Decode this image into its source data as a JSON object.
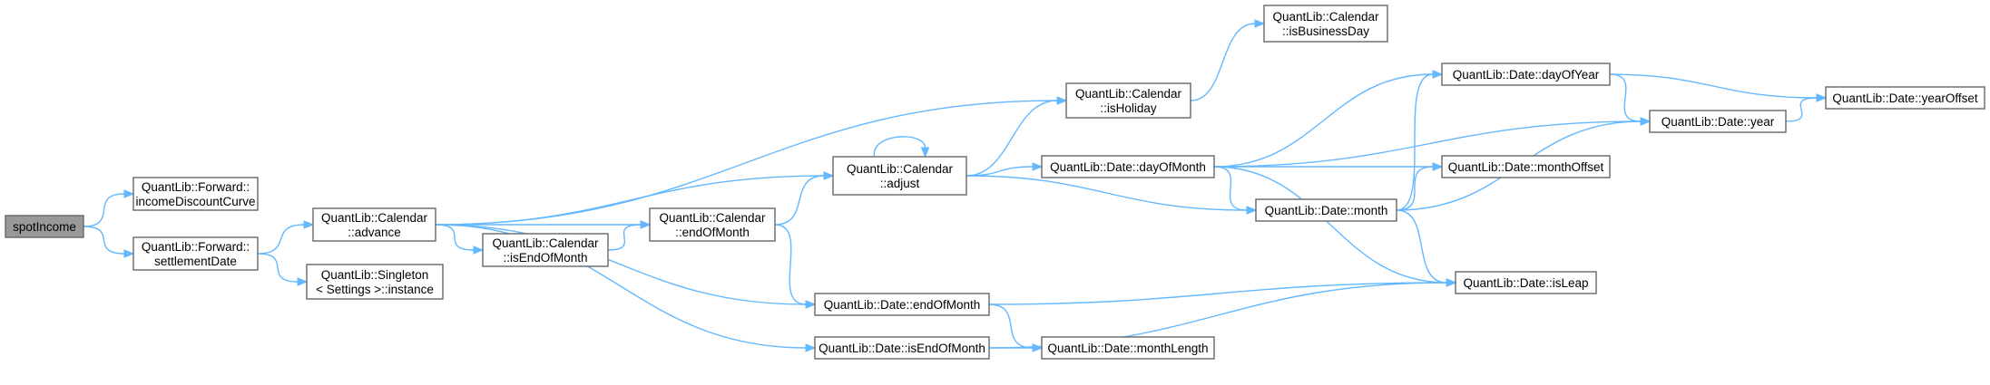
{
  "graph": {
    "nodes": {
      "spotIncome": [
        "spotIncome"
      ],
      "fwdIncomeDiscountCurve": [
        "QuantLib::Forward::",
        "incomeDiscountCurve"
      ],
      "fwdSettlementDate": [
        "QuantLib::Forward::",
        "settlementDate"
      ],
      "calAdvance": [
        "QuantLib::Calendar",
        "::advance"
      ],
      "singletonInstance": [
        "QuantLib::Singleton",
        "< Settings >::instance"
      ],
      "calIsEndOfMonth": [
        "QuantLib::Calendar",
        "::isEndOfMonth"
      ],
      "calEndOfMonth": [
        "QuantLib::Calendar",
        "::endOfMonth"
      ],
      "calAdjust": [
        "QuantLib::Calendar",
        "::adjust"
      ],
      "calIsHoliday": [
        "QuantLib::Calendar",
        "::isHoliday"
      ],
      "calIsBusinessDay": [
        "QuantLib::Calendar",
        "::isBusinessDay"
      ],
      "dateEndOfMonth": [
        "QuantLib::Date::endOfMonth"
      ],
      "dateIsEndOfMonth": [
        "QuantLib::Date::isEndOfMonth"
      ],
      "dateDayOfMonth": [
        "QuantLib::Date::dayOfMonth"
      ],
      "dateMonth": [
        "QuantLib::Date::month"
      ],
      "dateMonthLength": [
        "QuantLib::Date::monthLength"
      ],
      "dateDayOfYear": [
        "QuantLib::Date::dayOfYear"
      ],
      "dateMonthOffset": [
        "QuantLib::Date::monthOffset"
      ],
      "dateIsLeap": [
        "QuantLib::Date::isLeap"
      ],
      "dateYear": [
        "QuantLib::Date::year"
      ],
      "dateYearOffset": [
        "QuantLib::Date::yearOffset"
      ]
    },
    "edges": [
      [
        "spotIncome",
        "fwdIncomeDiscountCurve"
      ],
      [
        "spotIncome",
        "fwdSettlementDate"
      ],
      [
        "fwdSettlementDate",
        "calAdvance"
      ],
      [
        "fwdSettlementDate",
        "singletonInstance"
      ],
      [
        "calAdvance",
        "calAdjust"
      ],
      [
        "calAdvance",
        "calEndOfMonth"
      ],
      [
        "calAdvance",
        "calIsEndOfMonth"
      ],
      [
        "calAdvance",
        "calIsHoliday"
      ],
      [
        "calAdvance",
        "dateEndOfMonth"
      ],
      [
        "calAdvance",
        "dateIsEndOfMonth"
      ],
      [
        "calIsEndOfMonth",
        "calEndOfMonth"
      ],
      [
        "calEndOfMonth",
        "calAdjust"
      ],
      [
        "calEndOfMonth",
        "dateEndOfMonth"
      ],
      [
        "calAdjust",
        "calAdjust"
      ],
      [
        "calAdjust",
        "calIsHoliday"
      ],
      [
        "calAdjust",
        "dateDayOfMonth"
      ],
      [
        "calAdjust",
        "dateMonth"
      ],
      [
        "calIsHoliday",
        "calIsBusinessDay"
      ],
      [
        "dateDayOfMonth",
        "dateDayOfYear"
      ],
      [
        "dateDayOfMonth",
        "dateIsLeap"
      ],
      [
        "dateDayOfMonth",
        "dateMonth"
      ],
      [
        "dateDayOfMonth",
        "dateMonthOffset"
      ],
      [
        "dateDayOfMonth",
        "dateYear"
      ],
      [
        "dateMonth",
        "dateDayOfYear"
      ],
      [
        "dateMonth",
        "dateIsLeap"
      ],
      [
        "dateMonth",
        "dateMonthOffset"
      ],
      [
        "dateMonth",
        "dateYear"
      ],
      [
        "dateEndOfMonth",
        "dateIsLeap"
      ],
      [
        "dateEndOfMonth",
        "dateMonthLength"
      ],
      [
        "dateIsEndOfMonth",
        "dateIsLeap"
      ],
      [
        "dateIsEndOfMonth",
        "dateMonthLength"
      ],
      [
        "dateDayOfYear",
        "dateYear"
      ],
      [
        "dateDayOfYear",
        "dateYearOffset"
      ],
      [
        "dateYear",
        "dateYearOffset"
      ]
    ],
    "colors": {
      "edge": "#63b8ff",
      "node_border": "#666666",
      "root_fill": "#999999",
      "node_fill": "#ffffff"
    }
  }
}
